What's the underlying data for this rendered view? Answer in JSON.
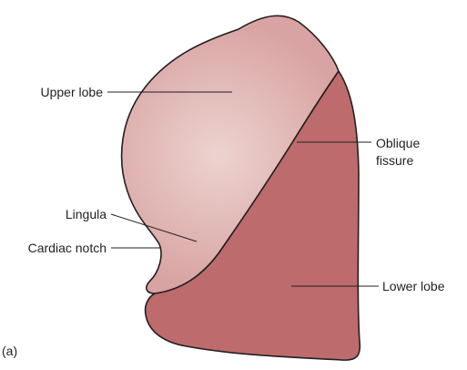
{
  "labels": {
    "upper_lobe": "Upper lobe",
    "oblique_fissure_line1": "Oblique",
    "oblique_fissure_line2": "fissure",
    "lingula": "Lingula",
    "cardiac_notch": "Cardiac notch",
    "lower_lobe": "Lower lobe",
    "panel": "(a)"
  },
  "colors": {
    "upper_lobe_center": "#ecd3cf",
    "upper_lobe_edge": "#d8a3a2",
    "lower_lobe": "#bd6b6c",
    "outline": "#231f20",
    "text": "#231f20"
  }
}
